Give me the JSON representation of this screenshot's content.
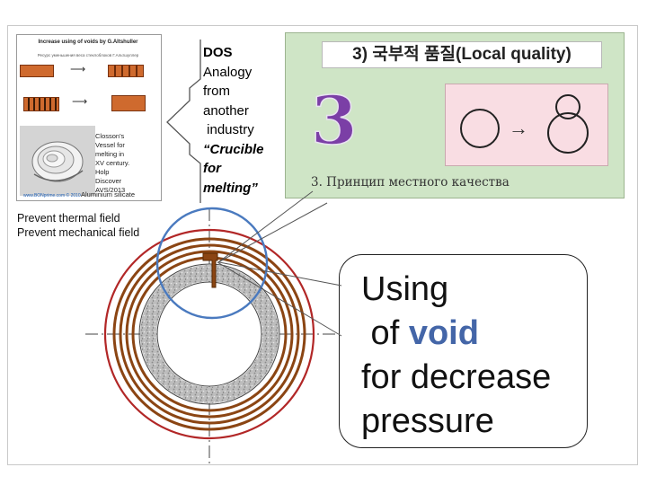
{
  "inset": {
    "title": "Increase using of voids by G.Altshuller",
    "subtitle": "Ресурс уменьшения веса стеклоблоков Г.Альтшуллер",
    "photo_caption": [
      "Closson's",
      "Vessel for",
      "melting in",
      "XV century.",
      "Holp",
      "Discover"
    ],
    "photo_note": "Aluminium silicate",
    "photo_year": "AVS/2013",
    "photo_url": "www.BONprime.com © 2010"
  },
  "dos": {
    "label": "DOS",
    "lines": [
      "Analogy",
      "from",
      "another",
      " industry"
    ],
    "quote_lines": [
      "“Crucible",
      "for",
      "melting”"
    ]
  },
  "quality": {
    "title": "3) 국부적 품질(Local quality)",
    "number": "3",
    "caption": "3. Принцип местного качества"
  },
  "prevent": {
    "thermal": "Prevent thermal field",
    "mechanical": "Prevent mechanical field"
  },
  "callout": {
    "line1": "Using",
    "line2_pre": " of ",
    "line2_void": "void",
    "line3": "for decrease",
    "line4": "pressure"
  },
  "colors": {
    "outer_ring": "#b22727",
    "pipe_rings": "#8b4513",
    "zoom_circle": "#4a7abf",
    "void_text": "#4466a8",
    "digit_three": "#7b3fa6",
    "slide_bg": "#cfe5c6",
    "pink_box": "#f9dde3"
  }
}
